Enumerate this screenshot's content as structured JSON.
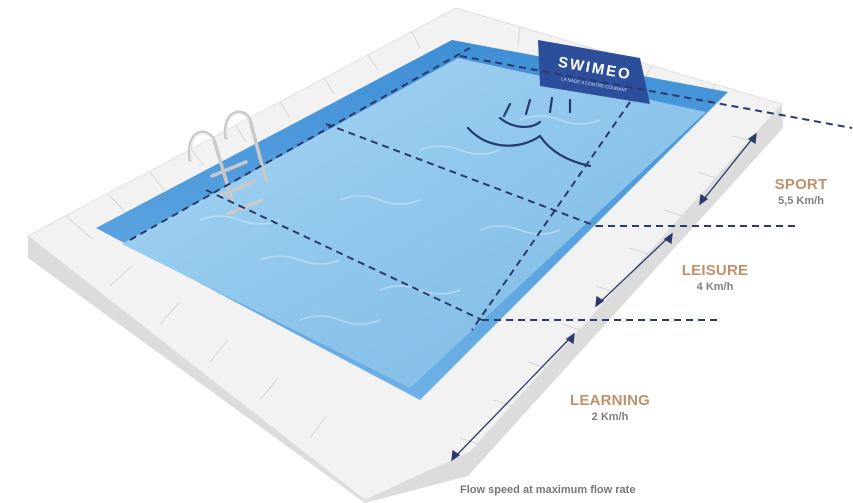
{
  "brand": {
    "name": "SWIMEO",
    "tagline": "LA NAGE A CONTRE-COURANT",
    "banner_color": "#2c4e9b"
  },
  "zones": [
    {
      "name": "SPORT",
      "speed": "5,5 Km/h"
    },
    {
      "name": "LEISURE",
      "speed": "4 Km/h"
    },
    {
      "name": "LEARNING",
      "speed": "2 Km/h"
    }
  ],
  "caption": "Flow speed at maximum flow rate",
  "colors": {
    "label_accent": "#c0906a",
    "speed_text": "#7f7f7f",
    "dash_line": "#2b3a6a",
    "water": "#8cc4ea",
    "pool_edge": "#f3f3f3"
  },
  "icons": [
    "flow-wave-icon",
    "ladder-icon"
  ]
}
